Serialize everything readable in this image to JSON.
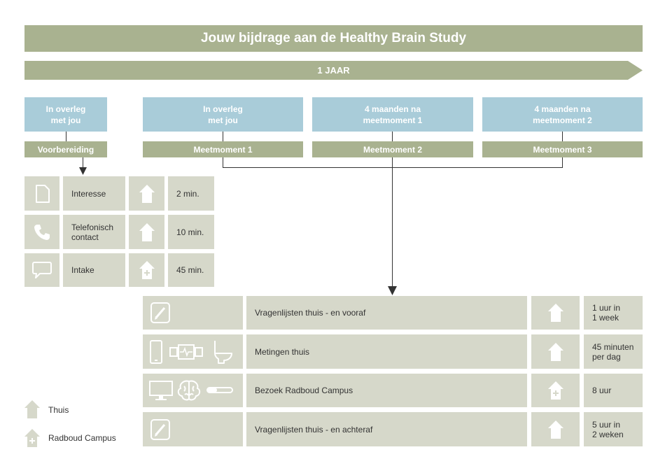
{
  "title": "Jouw bijdrage aan de Healthy Brain Study",
  "duration": "1 JAAR",
  "columns": [
    {
      "header": "In overleg\nmet jou",
      "label": "Voorbereiding"
    },
    {
      "header": "In overleg\nmet jou",
      "label": "Meetmoment 1"
    },
    {
      "header": "4 maanden na\nmeetmoment 1",
      "label": "Meetmoment 2"
    },
    {
      "header": "4 maanden na\nmeetmoment 2",
      "label": "Meetmoment 3"
    }
  ],
  "prep_steps": [
    {
      "icon": "document-icon",
      "label": "Interesse",
      "location": "thuis",
      "time": "2 min."
    },
    {
      "icon": "phone-icon",
      "label": "Telefonisch\ncontact",
      "location": "thuis",
      "time": "10 min."
    },
    {
      "icon": "speech-bubble-icon",
      "label": "Intake",
      "location": "radboud-campus",
      "time": "45 min."
    }
  ],
  "measure_steps": [
    {
      "icons": [
        "tablet-pen-icon"
      ],
      "label": "Vragenlijsten thuis - en vooraf",
      "location": "thuis",
      "time": "1 uur in\n1 week"
    },
    {
      "icons": [
        "smartphone-icon",
        "heart-monitor-icon",
        "toilet-icon"
      ],
      "label": "Metingen thuis",
      "location": "thuis",
      "time": "45 minuten\nper dag"
    },
    {
      "icons": [
        "monitor-icon",
        "brain-icon",
        "test-tube-icon"
      ],
      "label": "Bezoek Radboud Campus",
      "location": "radboud-campus",
      "time": "8 uur"
    },
    {
      "icons": [
        "tablet-pen-icon"
      ],
      "label": "Vragenlijsten thuis - en achteraf",
      "location": "thuis",
      "time": "5 uur in\n2 weken"
    }
  ],
  "legend": [
    {
      "icon": "home-icon",
      "label": "Thuis"
    },
    {
      "icon": "home-plus-icon",
      "label": "Radboud Campus"
    }
  ],
  "colors": {
    "green": "#a9b290",
    "blue": "#a9ccd9",
    "cell": "#d6d8ca",
    "icon": "#ffffff",
    "line": "#333333"
  }
}
